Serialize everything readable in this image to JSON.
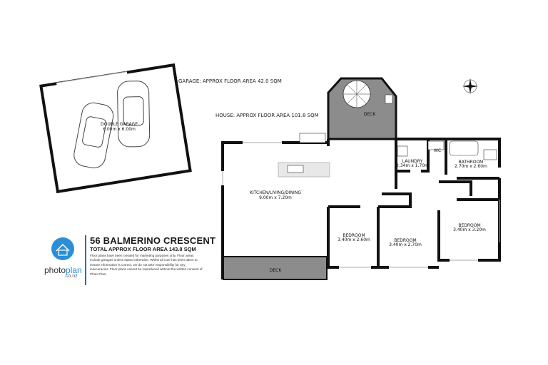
{
  "garage": {
    "area_label": "GARAGE: APPROX FLOOR AREA 42.0 SQM",
    "room_name": "DOUBLE GARAGE",
    "room_dims": "6.00m x 6.00m"
  },
  "house": {
    "area_label": "HOUSE: APPROX FLOOR AREA 101.8 SQM",
    "rooms": [
      {
        "name": "DECK",
        "dims": ""
      },
      {
        "name": "KITCHEN/LIVING/DINING",
        "dims": "9.00m x 7.20m"
      },
      {
        "name": "LAUNDRY",
        "dims": "2.34m x 1.70m"
      },
      {
        "name": "WC",
        "dims": ""
      },
      {
        "name": "BATHROOM",
        "dims": "2.70m x 2.60m"
      },
      {
        "name": "BEDROOM",
        "dims": "3.40m x 2.60m"
      },
      {
        "name": "BEDROOM",
        "dims": "3.40m x 2.70m"
      },
      {
        "name": "BEDROOM",
        "dims": "3.40m x 3.20m"
      },
      {
        "name": "DECK",
        "dims": ""
      }
    ]
  },
  "info": {
    "address": "56 BALMERINO CRESCENT",
    "total_area": "TOTAL APPROX FLOOR AREA 143.8 SQM",
    "disclaimer": "Floor plans have been created for marketing purposes only. Floor areas include garages unless stated otherwise. Whilst all care has been taken to ensure information is correct, we do not take responsibility for any inaccuracies. Floor plans cannot be reproduced without the written consent of Photo Plan.",
    "brand_a": "photo",
    "brand_b": "plan",
    "brand_domain": ".co.nz"
  },
  "colors": {
    "wall": "#111111",
    "deck": "#8c8c8c",
    "brand": "#2a8fd6"
  },
  "icons": [
    "compass-icon",
    "photoplan-logo"
  ]
}
